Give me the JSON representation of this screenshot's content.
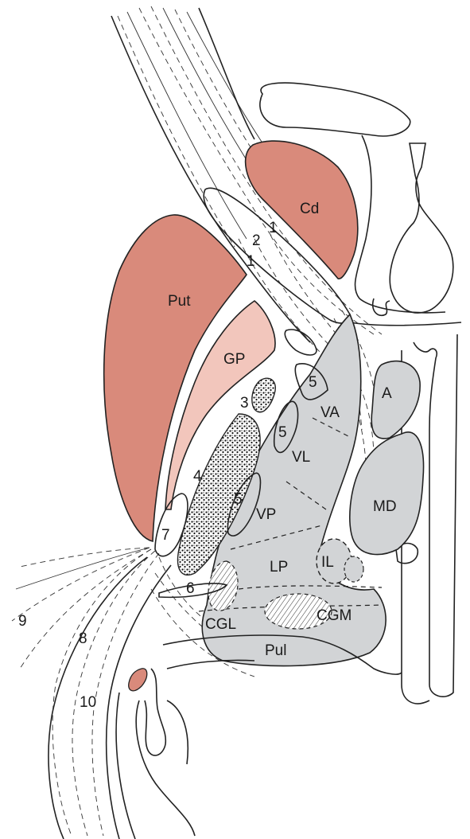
{
  "colors": {
    "basal_ganglia": "#d98a7b",
    "globus_pallidus": "#f2c6bc",
    "thalamus": "#d2d4d6",
    "outline": "#222222"
  },
  "labels": {
    "cd": "Cd",
    "put": "Put",
    "gp": "GP",
    "va": "VA",
    "vl": "VL",
    "vp": "VP",
    "lp": "LP",
    "il": "IL",
    "a": "A",
    "md": "MD",
    "cgl": "CGL",
    "cgm": "CGM",
    "pul": "Pul",
    "n1a": "1",
    "n1b": "1",
    "n2": "2",
    "n3": "3",
    "n4": "4",
    "n5a": "5",
    "n5b": "5",
    "n5c": "5",
    "n6": "6",
    "n7": "7",
    "n8": "8",
    "n9": "9",
    "n10": "10"
  }
}
